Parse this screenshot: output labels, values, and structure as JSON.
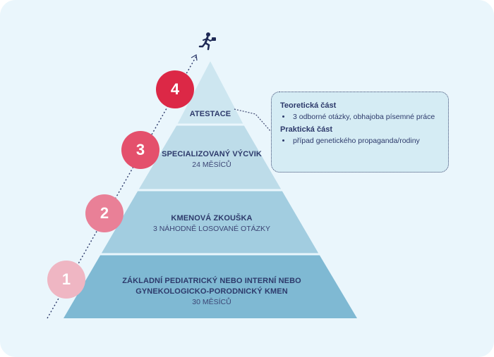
{
  "levels": [
    {
      "number": "1",
      "title_lines": [
        "ZÁKLADNÍ PEDIATRICKÝ NEBO INTERNÍ NEBO",
        "GYNEKOLOGICKO-PORODNICKÝ KMEN"
      ],
      "subtitle": "30 MĚSÍCŮ",
      "color": "#7fb9d3",
      "circle_color": "#efb6c3"
    },
    {
      "number": "2",
      "title_lines": [
        "KMENOVÁ ZKOUŠKA"
      ],
      "subtitle": "3 NÁHODNĚ LOSOVANÉ OTÁZKY",
      "color": "#a2cde0",
      "circle_color": "#e98097"
    },
    {
      "number": "3",
      "title_lines": [
        "SPECIALIZOVANÝ VÝCVIK"
      ],
      "subtitle": "24 MĚSÍCŮ",
      "color": "#bddce9",
      "circle_color": "#e4506c"
    },
    {
      "number": "4",
      "title_lines": [
        "ATESTACE"
      ],
      "subtitle": "",
      "color": "#cde6f0",
      "circle_color": "#dc2846"
    }
  ],
  "callout": {
    "sections": [
      {
        "heading": "Teoretická část",
        "items": [
          "3 odborné otázky, obhajoba písemné práce"
        ]
      },
      {
        "heading": "Praktická část",
        "items": [
          "případ genetického propaganda/rodiny"
        ]
      }
    ]
  },
  "icons": {
    "top": "runner-with-briefcase-icon"
  },
  "colors": {
    "background": "#eaf6fc",
    "text": "#2d3a6b",
    "separator": "#eaf6fc"
  }
}
